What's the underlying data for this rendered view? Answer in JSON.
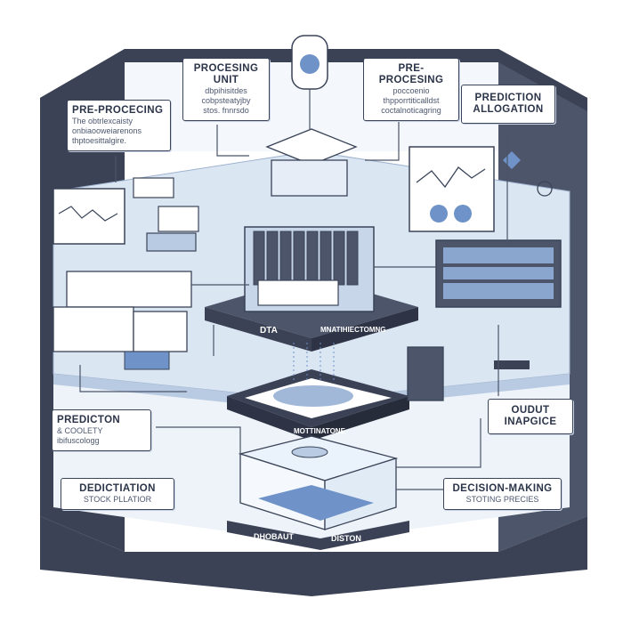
{
  "callouts": {
    "processing_unit": {
      "title_line1": "PROCESING",
      "title_line2": "UNIT",
      "lines": [
        "dbpihisitdes",
        "cobpsteatyjby",
        "stos. fnnrsdo"
      ]
    },
    "pre_processing_top": {
      "title": "PRE-PROCESING",
      "lines": [
        "poccoenio",
        "thpporrtiticalldst",
        "coctalnoticagring"
      ]
    },
    "pre_processing_left": {
      "title": "PRE-PROCECING",
      "lines": [
        "The obtrlexcaisty",
        "onbiaooweiarenons",
        "thptoesittalgire."
      ]
    },
    "prediction_allocation": {
      "title_line1": "PREDICTION",
      "title_line2": "ALLOGATION"
    },
    "prediction_left": {
      "title": "PREDICTON",
      "lines": [
        "& COOLETY",
        "ibifuscologg"
      ]
    },
    "output": {
      "title_line1": "OUDUT",
      "title_line2": "INAPGICE"
    },
    "dediction": {
      "title": "DEDICTIATION",
      "subtitle": "STOCK PLLATIOR"
    },
    "decision_making": {
      "title": "DECISION-MAKING",
      "subtitle": "STOTING PRECIES"
    }
  },
  "platform_labels": {
    "dta": "DTA",
    "right": "MNATIHIECTOMNG",
    "middle": "MOTTINATONE",
    "bottom_left": "DHOBAUT",
    "bottom_right": "DISTON"
  },
  "colors": {
    "frame_dark": "#3b4255",
    "frame_side": "#4d556a",
    "floor": "#eaf0f8",
    "panel_light": "#dbe6f3",
    "panel_mid": "#b9cbe2",
    "accent_blue": "#6f93c8",
    "line": "#4a5468",
    "white": "#ffffff"
  }
}
